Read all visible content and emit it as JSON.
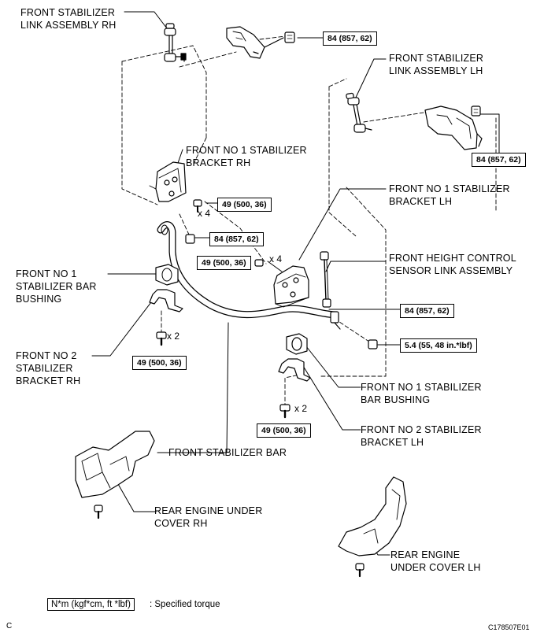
{
  "labels": {
    "link_rh": [
      "FRONT STABILIZER",
      "LINK ASSEMBLY RH"
    ],
    "link_lh": [
      "FRONT STABILIZER",
      "LINK ASSEMBLY LH"
    ],
    "bracket1_rh": [
      "FRONT NO  1 STABILIZER",
      "BRACKET RH"
    ],
    "bracket1_lh": [
      "FRONT NO  1 STABILIZER",
      "BRACKET LH"
    ],
    "height_sensor": [
      "FRONT HEIGHT CONTROL",
      "SENSOR LINK ASSEMBLY"
    ],
    "bushing_rh": [
      "FRONT NO  1",
      "STABILIZER BAR",
      "BUSHING"
    ],
    "bracket2_rh": [
      "FRONT NO  2",
      "STABILIZER",
      "BRACKET RH"
    ],
    "bushing_lh": [
      "FRONT NO  1 STABILIZER",
      "BAR BUSHING"
    ],
    "bracket2_lh": [
      "FRONT NO  2 STABILIZER",
      "BRACKET LH"
    ],
    "stab_bar": "FRONT STABILIZER BAR",
    "cover_rh": [
      "REAR ENGINE UNDER",
      "COVER RH"
    ],
    "cover_lh": [
      "REAR ENGINE",
      "UNDER COVER LH"
    ]
  },
  "torques": {
    "t_link_rh": "84 (857, 62)",
    "t_link_lh": "84 (857, 62)",
    "t_bracket_rh": "49 (500, 36)",
    "t_center": "84 (857, 62)",
    "t_bracket_lh": "49 (500, 36)",
    "t_sensor": "84 (857, 62)",
    "t_sensor_nut": "5.4 (55, 48 in.*lbf)",
    "t_bushing_rh": "49 (500, 36)",
    "t_bushing_lh": "49 (500, 36)"
  },
  "quantities": {
    "q_bracket_rh": "x 4",
    "q_bracket_lh": "x 4",
    "q_bushing_rh": "x 2",
    "q_bushing_lh": "x 2"
  },
  "legend": {
    "unit_box": "N*m (kgf*cm, ft *lbf)",
    "text": ": Specified torque"
  },
  "corner_letter": "C",
  "figure_code": "C178507E01"
}
